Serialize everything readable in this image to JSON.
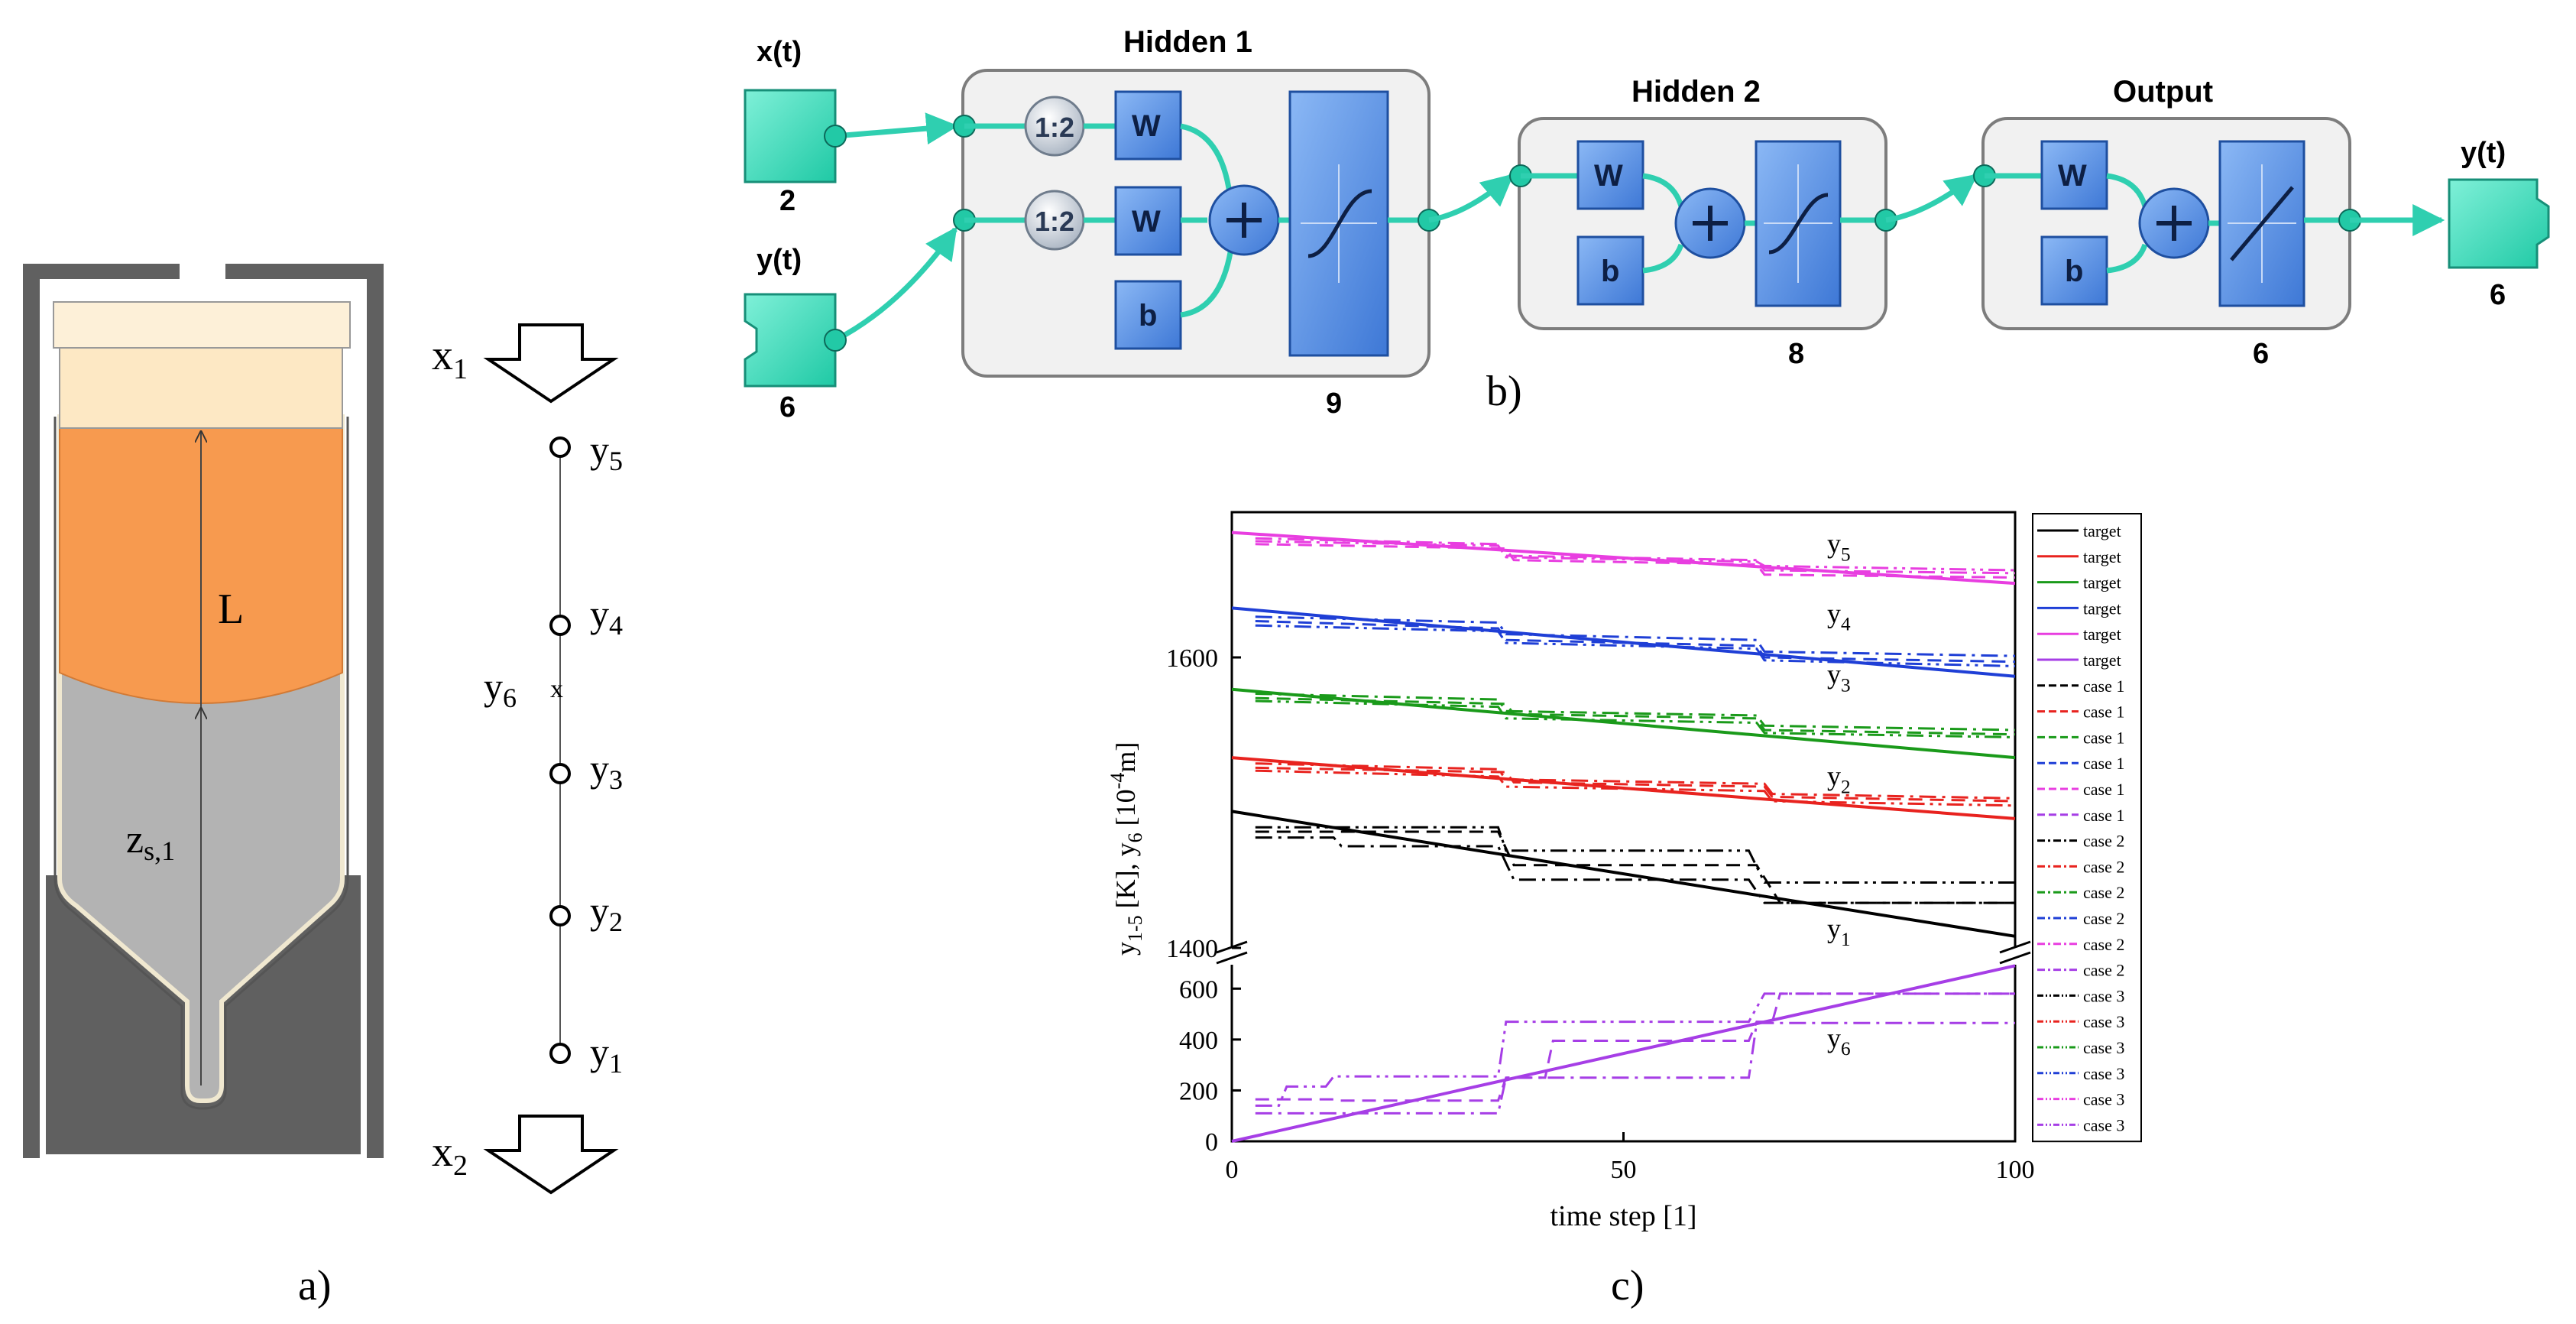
{
  "panel_a": {
    "label": "a)",
    "length_label": "L",
    "zs_label": "z",
    "zs_sub": "s,1",
    "inputs": [
      {
        "base": "x",
        "sub": "1"
      },
      {
        "base": "x",
        "sub": "2"
      }
    ],
    "sensors": [
      {
        "base": "y",
        "sub": "5"
      },
      {
        "base": "y",
        "sub": "4"
      },
      {
        "base": "y",
        "sub": "6"
      },
      {
        "base": "y",
        "sub": "3"
      },
      {
        "base": "y",
        "sub": "2"
      },
      {
        "base": "y",
        "sub": "1"
      }
    ],
    "colors": {
      "wall": "#606060",
      "inner": "#b3b3b3",
      "melt": "#f79a4f",
      "top_layer": "#fde8c4"
    }
  },
  "panel_b": {
    "label": "b)",
    "input_x": {
      "label": "x(t)",
      "size": "2"
    },
    "input_y": {
      "label": "y(t)",
      "size": "6"
    },
    "output_y": {
      "label": "y(t)",
      "size": "6"
    },
    "hidden1": {
      "title": "Hidden 1",
      "size": "9",
      "delay1": "1:2",
      "delay2": "1:2",
      "w1": "W",
      "w2": "W",
      "b": "b"
    },
    "hidden2": {
      "title": "Hidden 2",
      "size": "8",
      "w": "W",
      "b": "b"
    },
    "output": {
      "title": "Output",
      "size": "6",
      "w": "W",
      "b": "b"
    },
    "colors": {
      "io_block": "#3fe0c0",
      "weight_block": "#4a86e0",
      "transfer_block": "#6da3ef",
      "connector": "#2fcfb0"
    }
  },
  "panel_c": {
    "label": "c)"
  },
  "chart_data": {
    "type": "line",
    "xlabel": "time step [1]",
    "ylabel_parts": [
      "y",
      "1-5",
      " [K], y",
      "6",
      " [10",
      "-4",
      "m]"
    ],
    "x_ticks": [
      "0",
      "50",
      "100"
    ],
    "upper_ticks": [
      "1400",
      "1600"
    ],
    "lower_ticks": [
      "0",
      "200",
      "400",
      "600"
    ],
    "xlim": [
      0,
      100
    ],
    "upper_ylim": [
      1400,
      1700
    ],
    "lower_ylim": [
      0,
      700
    ],
    "legend": [
      {
        "label": "target",
        "color": "#000000",
        "dash": "solid"
      },
      {
        "label": "target",
        "color": "#e8231f",
        "dash": "solid"
      },
      {
        "label": "target",
        "color": "#1a9a1a",
        "dash": "solid"
      },
      {
        "label": "target",
        "color": "#1f3fd6",
        "dash": "solid"
      },
      {
        "label": "target",
        "color": "#e83ee0",
        "dash": "solid"
      },
      {
        "label": "target",
        "color": "#a63ee6",
        "dash": "solid"
      },
      {
        "label": "case 1",
        "color": "#000000",
        "dash": "dash"
      },
      {
        "label": "case 1",
        "color": "#e8231f",
        "dash": "dash"
      },
      {
        "label": "case 1",
        "color": "#1a9a1a",
        "dash": "dash"
      },
      {
        "label": "case 1",
        "color": "#1f3fd6",
        "dash": "dash"
      },
      {
        "label": "case 1",
        "color": "#e83ee0",
        "dash": "dash"
      },
      {
        "label": "case 1",
        "color": "#a63ee6",
        "dash": "dash"
      },
      {
        "label": "case 2",
        "color": "#000000",
        "dash": "dashdot"
      },
      {
        "label": "case 2",
        "color": "#e8231f",
        "dash": "dashdot"
      },
      {
        "label": "case 2",
        "color": "#1a9a1a",
        "dash": "dashdot"
      },
      {
        "label": "case 2",
        "color": "#1f3fd6",
        "dash": "dashdot"
      },
      {
        "label": "case 2",
        "color": "#e83ee0",
        "dash": "dashdot"
      },
      {
        "label": "case 2",
        "color": "#a63ee6",
        "dash": "dashdot"
      },
      {
        "label": "case 3",
        "color": "#000000",
        "dash": "dashdotdot"
      },
      {
        "label": "case 3",
        "color": "#e8231f",
        "dash": "dashdotdot"
      },
      {
        "label": "case 3",
        "color": "#1a9a1a",
        "dash": "dashdotdot"
      },
      {
        "label": "case 3",
        "color": "#1f3fd6",
        "dash": "dashdotdot"
      },
      {
        "label": "case 3",
        "color": "#e83ee0",
        "dash": "dashdotdot"
      },
      {
        "label": "case 3",
        "color": "#a63ee6",
        "dash": "dashdotdot"
      }
    ],
    "series_annotations": [
      {
        "base": "y",
        "sub": "5",
        "x": 76,
        "y": 1672,
        "axis": "upper"
      },
      {
        "base": "y",
        "sub": "4",
        "x": 76,
        "y": 1624,
        "axis": "upper"
      },
      {
        "base": "y",
        "sub": "3",
        "x": 76,
        "y": 1582,
        "axis": "upper"
      },
      {
        "base": "y",
        "sub": "2",
        "x": 76,
        "y": 1512,
        "axis": "upper"
      },
      {
        "base": "y",
        "sub": "1",
        "x": 76,
        "y": 1407,
        "axis": "upper"
      },
      {
        "base": "y",
        "sub": "6",
        "x": 76,
        "y": 370,
        "axis": "lower"
      }
    ],
    "series": [
      {
        "name": "y5",
        "group": "target",
        "axis": "upper",
        "color": "#e83ee0",
        "dash": "solid",
        "x": [
          0,
          100
        ],
        "y": [
          1686,
          1651
        ]
      },
      {
        "name": "y4",
        "group": "target",
        "axis": "upper",
        "color": "#1f3fd6",
        "dash": "solid",
        "x": [
          0,
          100
        ],
        "y": [
          1634,
          1587
        ]
      },
      {
        "name": "y3",
        "group": "target",
        "axis": "upper",
        "color": "#1a9a1a",
        "dash": "solid",
        "x": [
          0,
          100
        ],
        "y": [
          1578,
          1531
        ]
      },
      {
        "name": "y2",
        "group": "target",
        "axis": "upper",
        "color": "#e8231f",
        "dash": "solid",
        "x": [
          0,
          100
        ],
        "y": [
          1531,
          1489
        ]
      },
      {
        "name": "y1",
        "group": "target",
        "axis": "upper",
        "color": "#000000",
        "dash": "solid",
        "x": [
          0,
          100
        ],
        "y": [
          1494,
          1408
        ]
      },
      {
        "name": "y6",
        "group": "target",
        "axis": "lower",
        "color": "#a63ee6",
        "dash": "solid",
        "x": [
          0,
          100
        ],
        "y": [
          0,
          690
        ]
      },
      {
        "name": "y5",
        "group": "case 1",
        "axis": "upper",
        "color": "#e83ee0",
        "dash": "dash",
        "x": [
          3,
          35,
          36,
          67,
          68,
          100
        ],
        "y": [
          1678,
          1675,
          1667,
          1664,
          1657,
          1655
        ]
      },
      {
        "name": "y4",
        "group": "case 1",
        "axis": "upper",
        "color": "#1f3fd6",
        "dash": "dash",
        "x": [
          3,
          34,
          35,
          67,
          68,
          100
        ],
        "y": [
          1625,
          1620,
          1612,
          1608,
          1600,
          1597
        ]
      },
      {
        "name": "y3",
        "group": "case 1",
        "axis": "upper",
        "color": "#1a9a1a",
        "dash": "dash",
        "x": [
          3,
          35,
          36,
          67,
          68,
          100
        ],
        "y": [
          1572,
          1568,
          1561,
          1558,
          1550,
          1547
        ]
      },
      {
        "name": "y2",
        "group": "case 1",
        "axis": "upper",
        "color": "#e8231f",
        "dash": "dash",
        "x": [
          3,
          35,
          36,
          68,
          69,
          100
        ],
        "y": [
          1524,
          1521,
          1514,
          1511,
          1504,
          1501
        ]
      },
      {
        "name": "y1",
        "group": "case 1",
        "axis": "upper",
        "color": "#000000",
        "dash": "dash",
        "x": [
          3,
          34,
          36,
          67,
          70,
          100
        ],
        "y": [
          1480,
          1480,
          1457,
          1457,
          1431,
          1431
        ]
      },
      {
        "name": "y6",
        "group": "case 1",
        "axis": "lower",
        "color": "#a63ee6",
        "dash": "dash",
        "x": [
          3,
          13,
          13.5,
          34,
          35,
          40,
          41,
          66,
          67,
          69,
          70,
          100
        ],
        "y": [
          165,
          165,
          160,
          160,
          250,
          250,
          395,
          395,
          470,
          470,
          580,
          580
        ]
      },
      {
        "name": "y5",
        "group": "case 2",
        "axis": "upper",
        "color": "#e83ee0",
        "dash": "dashdot",
        "x": [
          3,
          34,
          35,
          67,
          68,
          100
        ],
        "y": [
          1682,
          1678,
          1670,
          1667,
          1660,
          1658
        ]
      },
      {
        "name": "y4",
        "group": "case 2",
        "axis": "upper",
        "color": "#1f3fd6",
        "dash": "dashdot",
        "x": [
          3,
          34,
          35,
          67,
          68,
          100
        ],
        "y": [
          1628,
          1624,
          1616,
          1612,
          1604,
          1601
        ]
      },
      {
        "name": "y3",
        "group": "case 2",
        "axis": "upper",
        "color": "#1a9a1a",
        "dash": "dashdot",
        "x": [
          3,
          34,
          35,
          67,
          68,
          100
        ],
        "y": [
          1575,
          1571,
          1563,
          1560,
          1553,
          1550
        ]
      },
      {
        "name": "y2",
        "group": "case 2",
        "axis": "upper",
        "color": "#e8231f",
        "dash": "dashdot",
        "x": [
          3,
          34,
          35,
          68,
          69,
          100
        ],
        "y": [
          1527,
          1523,
          1516,
          1513,
          1506,
          1503
        ]
      },
      {
        "name": "y1",
        "group": "case 2",
        "axis": "upper",
        "color": "#000000",
        "dash": "dashdot",
        "x": [
          3,
          13,
          14,
          34,
          36,
          66,
          68,
          100
        ],
        "y": [
          1476,
          1476,
          1470,
          1470,
          1447,
          1447,
          1431,
          1431
        ]
      },
      {
        "name": "y6",
        "group": "case 2",
        "axis": "lower",
        "color": "#a63ee6",
        "dash": "dashdot",
        "x": [
          3,
          12,
          13,
          34,
          35,
          66,
          67,
          100
        ],
        "y": [
          110,
          110,
          110,
          110,
          250,
          250,
          465,
          465
        ]
      },
      {
        "name": "y5",
        "group": "case 3",
        "axis": "upper",
        "color": "#e83ee0",
        "dash": "dashdotdot",
        "x": [
          3,
          34,
          35,
          67,
          68,
          100
        ],
        "y": [
          1680,
          1677,
          1669,
          1666,
          1663,
          1660
        ]
      },
      {
        "name": "y4",
        "group": "case 3",
        "axis": "upper",
        "color": "#1f3fd6",
        "dash": "dashdotdot",
        "x": [
          3,
          34,
          35,
          67,
          68,
          100
        ],
        "y": [
          1622,
          1618,
          1610,
          1606,
          1598,
          1594
        ]
      },
      {
        "name": "y3",
        "group": "case 3",
        "axis": "upper",
        "color": "#1a9a1a",
        "dash": "dashdotdot",
        "x": [
          3,
          34,
          35,
          67,
          68,
          100
        ],
        "y": [
          1570,
          1566,
          1558,
          1555,
          1548,
          1545
        ]
      },
      {
        "name": "y2",
        "group": "case 3",
        "axis": "upper",
        "color": "#e8231f",
        "dash": "dashdotdot",
        "x": [
          3,
          34,
          35,
          68,
          69,
          100
        ],
        "y": [
          1522,
          1518,
          1511,
          1508,
          1501,
          1498
        ]
      },
      {
        "name": "y1",
        "group": "case 3",
        "axis": "upper",
        "color": "#000000",
        "dash": "dashdotdot",
        "x": [
          3,
          34,
          35,
          66,
          68,
          100
        ],
        "y": [
          1483,
          1483,
          1467,
          1467,
          1445,
          1445
        ]
      },
      {
        "name": "y6",
        "group": "case 3",
        "axis": "lower",
        "color": "#a63ee6",
        "dash": "dashdotdot",
        "x": [
          3,
          6,
          7,
          12,
          13,
          34,
          35,
          66,
          68,
          100
        ],
        "y": [
          140,
          140,
          215,
          215,
          255,
          255,
          470,
          470,
          580,
          580
        ]
      }
    ]
  }
}
